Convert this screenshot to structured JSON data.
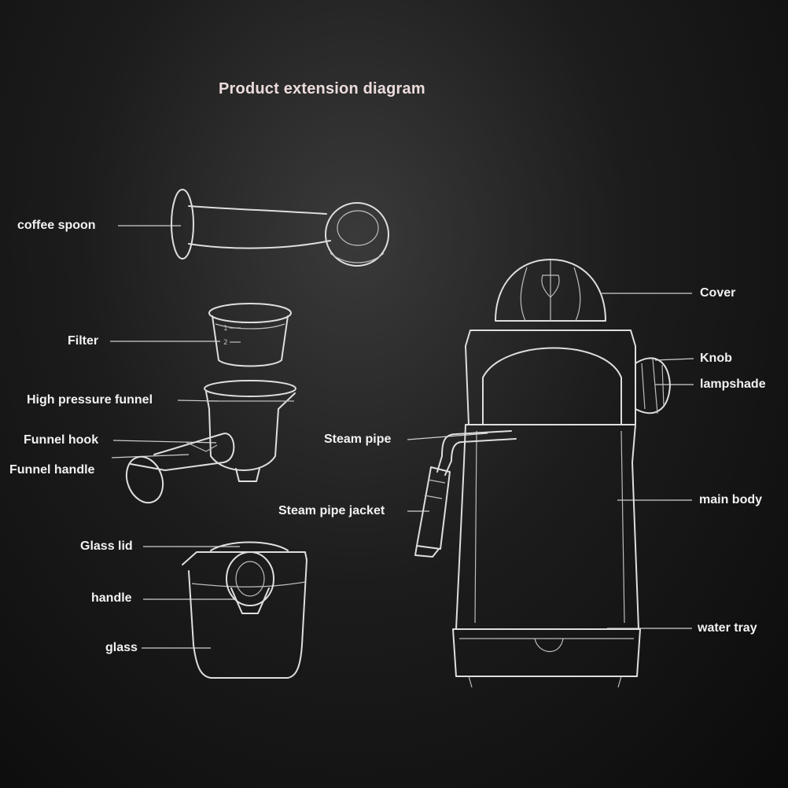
{
  "title": "Product extension diagram",
  "labels": {
    "coffee_spoon": "coffee spoon",
    "filter": "Filter",
    "high_pressure_funnel": "High pressure funnel",
    "funnel_hook": "Funnel hook",
    "funnel_handle": "Funnel handle",
    "glass_lid": "Glass lid",
    "handle": "handle",
    "glass": "glass",
    "cover": "Cover",
    "knob": "Knob",
    "lampshade": "lampshade",
    "steam_pipe": "Steam pipe",
    "steam_pipe_jacket": "Steam pipe jacket",
    "main_body": "main body",
    "water_tray": "water tray"
  },
  "colors": {
    "background": "#121212",
    "line": "#dedede",
    "text": "#f2f2f2",
    "title": "#ecdcdc"
  }
}
